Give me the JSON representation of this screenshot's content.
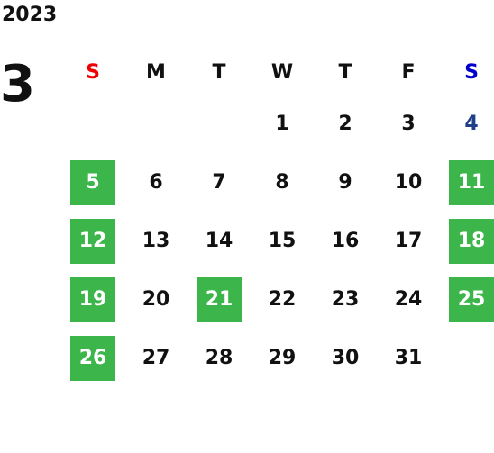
{
  "year": "2023",
  "month": "3",
  "weekdays": [
    "S",
    "M",
    "T",
    "W",
    "T",
    "F",
    "S"
  ],
  "colors": {
    "highlight": "#3cb54a",
    "sunday_header": "#ee0000",
    "saturday_header": "#0000cc",
    "saturday_plain": "#1f3f8a"
  },
  "weeks": [
    [
      {
        "d": ""
      },
      {
        "d": ""
      },
      {
        "d": ""
      },
      {
        "d": "1"
      },
      {
        "d": "2"
      },
      {
        "d": "3"
      },
      {
        "d": "4",
        "style": "sat-blue"
      }
    ],
    [
      {
        "d": "5",
        "hl": true
      },
      {
        "d": "6"
      },
      {
        "d": "7"
      },
      {
        "d": "8"
      },
      {
        "d": "9"
      },
      {
        "d": "10"
      },
      {
        "d": "11",
        "hl": true
      }
    ],
    [
      {
        "d": "12",
        "hl": true
      },
      {
        "d": "13"
      },
      {
        "d": "14"
      },
      {
        "d": "15"
      },
      {
        "d": "16"
      },
      {
        "d": "17"
      },
      {
        "d": "18",
        "hl": true
      }
    ],
    [
      {
        "d": "19",
        "hl": true
      },
      {
        "d": "20"
      },
      {
        "d": "21",
        "hl": true
      },
      {
        "d": "22"
      },
      {
        "d": "23"
      },
      {
        "d": "24"
      },
      {
        "d": "25",
        "hl": true
      }
    ],
    [
      {
        "d": "26",
        "hl": true
      },
      {
        "d": "27"
      },
      {
        "d": "28"
      },
      {
        "d": "29"
      },
      {
        "d": "30"
      },
      {
        "d": "31"
      },
      {
        "d": ""
      }
    ]
  ]
}
